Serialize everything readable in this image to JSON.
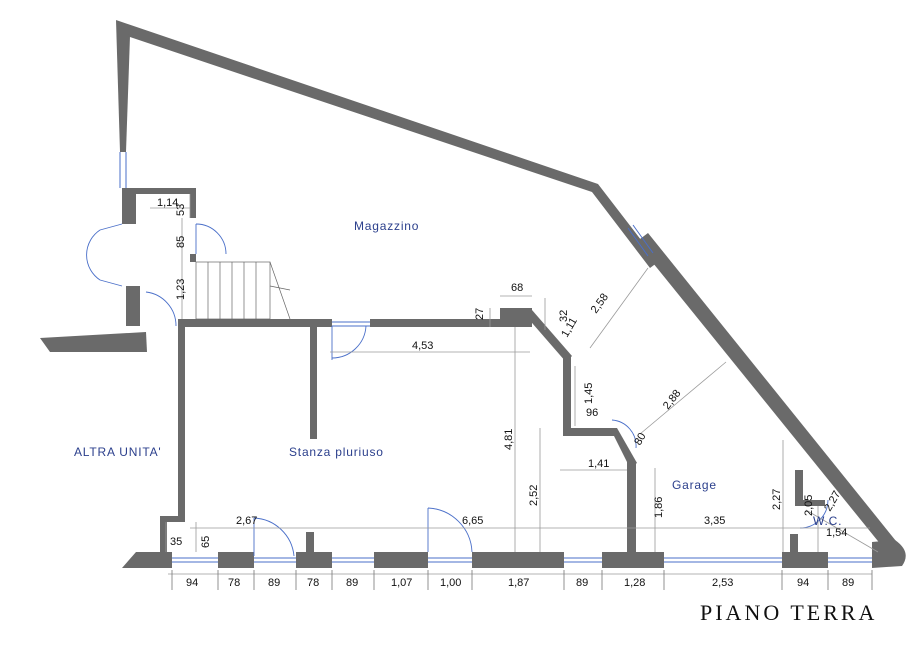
{
  "title": "PIANO TERRA",
  "rooms": {
    "magazzino": "Magazzino",
    "altra_unita": "ALTRA UNITA'",
    "stanza": "Stanza pluriuso",
    "garage": "Garage",
    "wc": "W.C."
  },
  "dimensions": {
    "d_114": "1,14",
    "d_53": "53",
    "d_85": "85",
    "d_123": "1,23",
    "d_68": "68",
    "d_27": "27",
    "d_32": "32",
    "d_111": "1,11",
    "d_258": "2,58",
    "d_453": "4,53",
    "d_145": "1,45",
    "d_96": "96",
    "d_288": "2,88",
    "d_80": "80",
    "d_481": "4,81",
    "d_141": "1,41",
    "d_252": "2,52",
    "d_186": "1,86",
    "d_227a": "2,27",
    "d_205": "2,05",
    "d_227b": "2,27",
    "d_154": "1,54",
    "d_267": "2,67",
    "d_665": "6,65",
    "d_335": "3,35",
    "d_35": "35",
    "d_65": "65",
    "b_94a": "94",
    "b_78a": "78",
    "b_89a": "89",
    "b_78b": "78",
    "b_89b": "89",
    "b_107": "1,07",
    "b_100": "1,00",
    "b_187": "1,87",
    "b_89c": "89",
    "b_128": "1,28",
    "b_253": "2,53",
    "b_94b": "94",
    "b_89d": "89"
  }
}
